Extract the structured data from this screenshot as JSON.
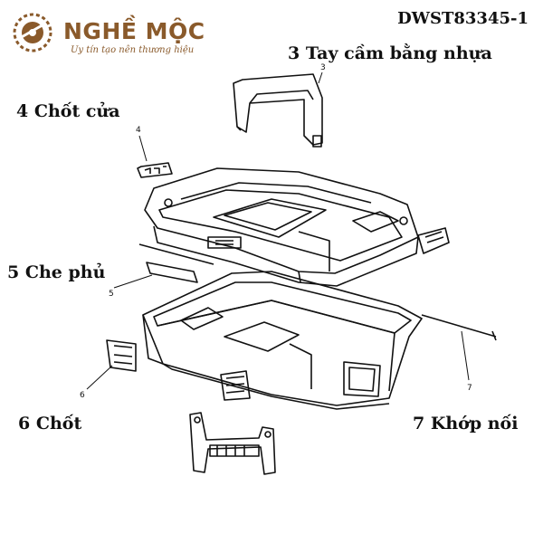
{
  "brand": {
    "name": "NGHỀ MỘC",
    "slogan": "Uy tín tạo nên thương hiệu",
    "colors": {
      "brand": "#8a5a2b"
    }
  },
  "model_code": "DWST83345-1",
  "callouts": [
    {
      "id": "3",
      "label": "3 Tay cầm bằng nhựa"
    },
    {
      "id": "4",
      "label": "4 Chốt cửa"
    },
    {
      "id": "5",
      "label": "5 Che phủ"
    },
    {
      "id": "6",
      "label": "6 Chốt"
    },
    {
      "id": "7",
      "label": "7 Khớp nối"
    }
  ],
  "part_numbers": [
    "3",
    "4",
    "5",
    "6",
    "7"
  ]
}
